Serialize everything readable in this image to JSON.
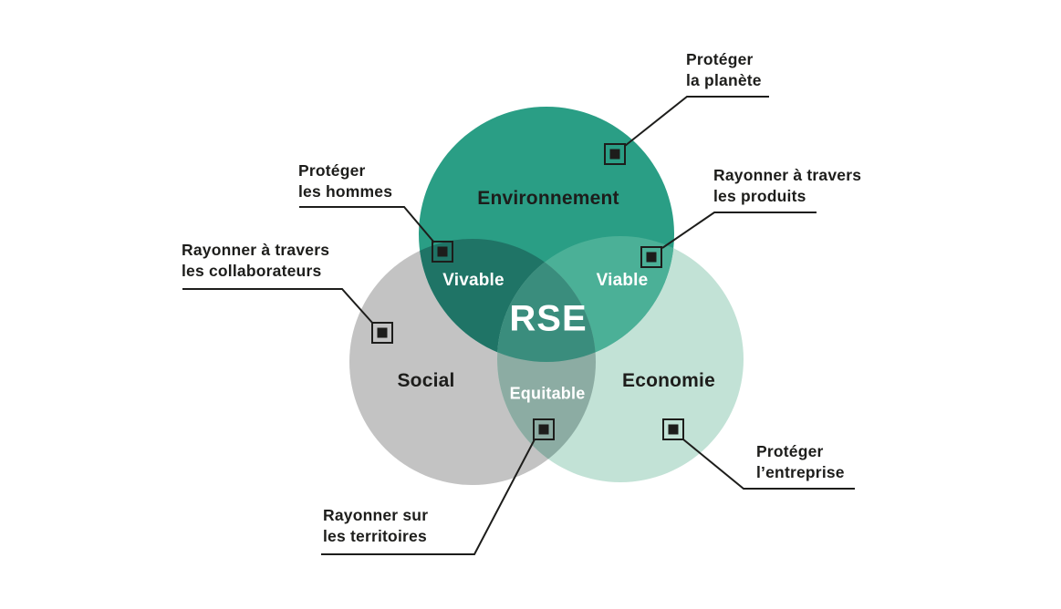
{
  "diagram": {
    "center_label": "RSE",
    "circles": [
      {
        "id": "environnement",
        "label": "Environnement",
        "color": "#2A9E85"
      },
      {
        "id": "social",
        "label": "Social",
        "color": "#C3C3C3"
      },
      {
        "id": "economie",
        "label": "Economie",
        "color": "#C2E2D6"
      }
    ],
    "intersections": [
      {
        "id": "vivable",
        "label": "Vivable",
        "circles": "environnement+social",
        "color": "#1F7466"
      },
      {
        "id": "viable",
        "label": "Viable",
        "circles": "environnement+economie",
        "color": "#4BB097"
      },
      {
        "id": "equitable",
        "label": "Equitable",
        "circles": "social+economie",
        "color": "#8CACA3"
      },
      {
        "id": "rse-center",
        "label": "RSE",
        "circles": "environnement+social+economie",
        "color": "#3A8D7D"
      }
    ],
    "callouts": [
      {
        "id": "proteger-la-planete",
        "text": "Protéger\nla planète",
        "target": "environnement"
      },
      {
        "id": "proteger-les-hommes",
        "text": "Protéger\nles hommes",
        "target": "vivable"
      },
      {
        "id": "rayonner-a-travers-les-produits",
        "text": "Rayonner à travers\nles produits",
        "target": "viable"
      },
      {
        "id": "rayonner-a-travers-les-collaborateurs",
        "text": "Rayonner à travers\nles collaborateurs",
        "target": "social"
      },
      {
        "id": "rayonner-sur-les-territoires",
        "text": "Rayonner sur\nles territoires",
        "target": "equitable"
      },
      {
        "id": "proteger-l-entreprise",
        "text": "Protéger\nl’entreprise",
        "target": "economie"
      }
    ],
    "colors": {
      "background": "#FFFFFF",
      "environnement": "#2A9E85",
      "social": "#C3C3C3",
      "economie": "#C2E2D6",
      "vivable": "#1F7466",
      "viable": "#4BB097",
      "equitable": "#8CACA3",
      "rse_center": "#3A8D7D",
      "text_dark": "#1D1D1B",
      "text_light": "#FFFFFF",
      "line": "#1D1D1B"
    }
  }
}
